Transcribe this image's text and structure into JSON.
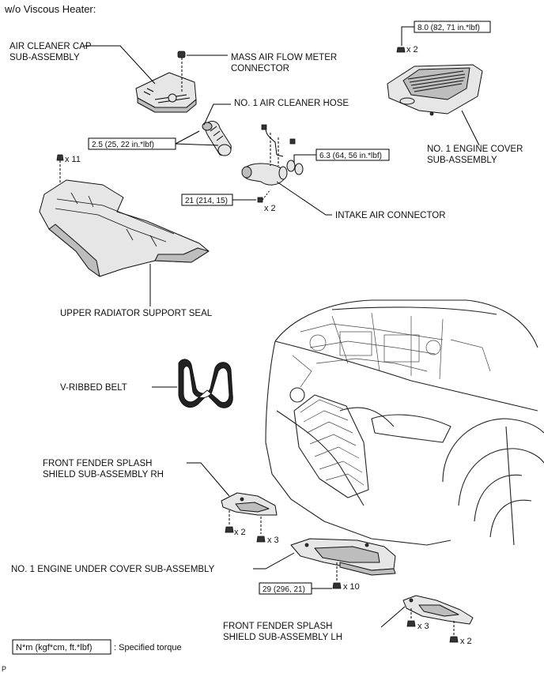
{
  "header": "w/o Viscous Heater:",
  "footer_code": "P",
  "labels": {
    "air_cleaner_cap": [
      "AIR CLEANER CAP",
      "SUB-ASSEMBLY"
    ],
    "maf_connector": [
      "MASS AIR FLOW METER",
      "CONNECTOR"
    ],
    "air_cleaner_hose": "NO. 1 AIR CLEANER HOSE",
    "engine_cover": [
      "NO. 1 ENGINE COVER",
      "SUB-ASSEMBLY"
    ],
    "intake_connector": "INTAKE AIR CONNECTOR",
    "radiator_seal": "UPPER RADIATOR SUPPORT SEAL",
    "v_belt": "V-RIBBED BELT",
    "splash_rh": [
      "FRONT FENDER SPLASH",
      "SHIELD SUB-ASSEMBLY RH"
    ],
    "under_cover": "NO. 1 ENGINE UNDER COVER SUB-ASSEMBLY",
    "splash_lh": [
      "FRONT FENDER SPLASH",
      "SHIELD SUB-ASSEMBLY LH"
    ]
  },
  "torques": {
    "engine_cover": "8.0 (82, 71 in.*lbf)",
    "hose": "2.5 (25, 22 in.*lbf)",
    "clamp": "6.3 (64, 56 in.*lbf)",
    "intake_bolt": "21 (214, 15)",
    "under_cover": "29 (296, 21)"
  },
  "quantities": {
    "engine_cover": "x 2",
    "radiator_seal": "x 11",
    "intake_bolt": "x 2",
    "splash_rh_a": "x 2",
    "splash_rh_b": "x 3",
    "under_cover": "x 10",
    "splash_lh_a": "x 3",
    "splash_lh_b": "x 2"
  },
  "legend": {
    "unit": "N*m (kgf*cm, ft.*lbf)",
    "meaning": ": Specified torque"
  }
}
